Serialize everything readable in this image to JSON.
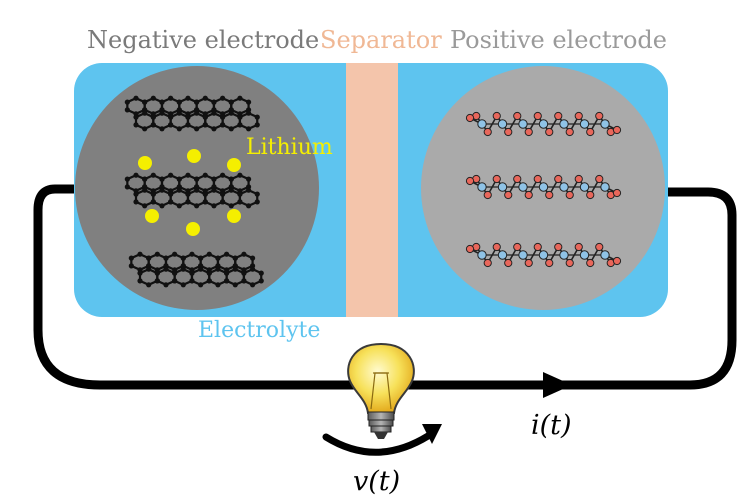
{
  "labels": {
    "negative_electrode": "Negative electrode",
    "separator": "Separator",
    "positive_electrode": "Positive electrode",
    "lithium": "Lithium",
    "electrolyte": "Electrolyte",
    "current": "i(t)",
    "voltage": "v(t)"
  },
  "colors": {
    "electrolyte": "#5ec4ef",
    "separator": "#f4c5ab",
    "negative_electrode": "#808080",
    "positive_electrode": "#aaaaaa",
    "lithium": "#f5ef00",
    "wire": "#000000",
    "oxygen": "#e8675b",
    "metal": "#8fc3e6",
    "label_gray": "#7a7a7a",
    "label_separator": "#f0b895",
    "label_positive": "#9a9a9a"
  },
  "icons": {
    "bulb": "light-bulb-icon",
    "current_arrow": "arrow-right-icon",
    "voltage_arrow": "curved-arrow-icon"
  }
}
